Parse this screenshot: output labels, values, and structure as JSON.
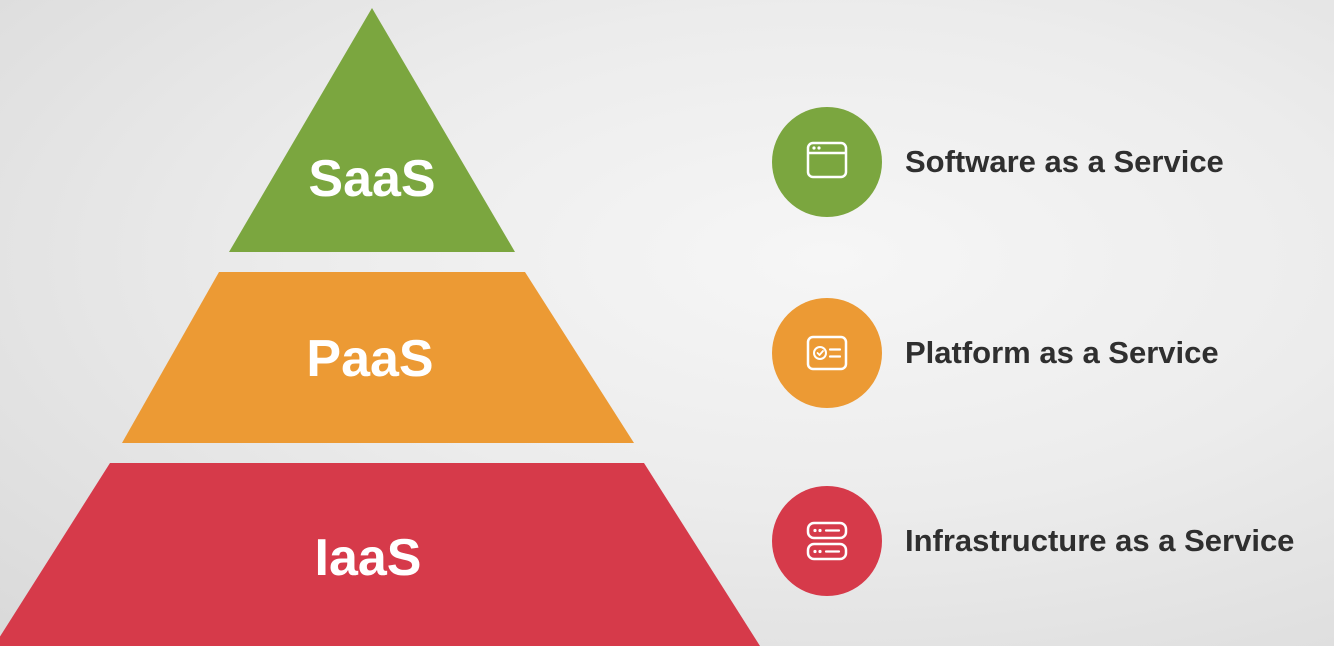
{
  "colors": {
    "saas": "#7ba63f",
    "paas": "#ec9a34",
    "iaas": "#d63a4a"
  },
  "tiers": [
    {
      "label": "SaaS",
      "description": "Software as a Service",
      "icon": "browser-window-icon"
    },
    {
      "label": "PaaS",
      "description": "Platform as a Service",
      "icon": "platform-card-icon"
    },
    {
      "label": "IaaS",
      "description": "Infrastructure as a Service",
      "icon": "server-stack-icon"
    }
  ]
}
